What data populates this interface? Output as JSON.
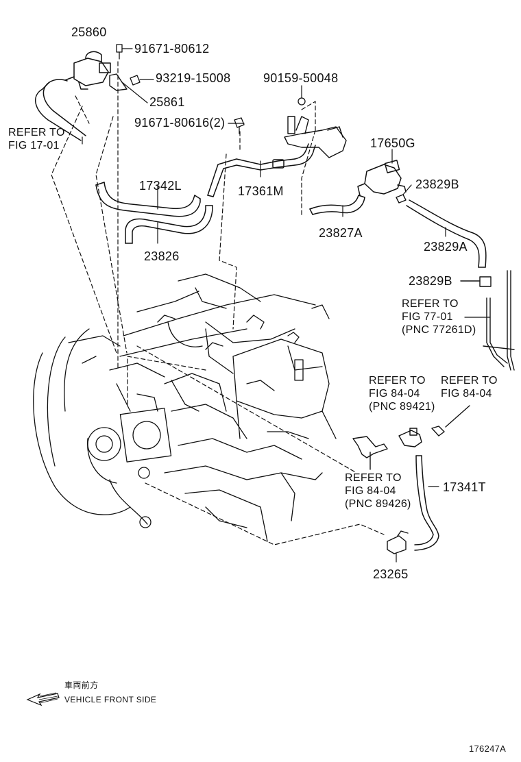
{
  "labels": {
    "p25860": "25860",
    "p91671_80612": "91671-80612",
    "p93219_15008": "93219-15008",
    "p25861": "25861",
    "p91671_80616": "91671-80616(2)",
    "p90159_50048": "90159-50048",
    "p17650G": "17650G",
    "p23829B_top": "23829B",
    "p17342L": "17342L",
    "p17361M": "17361M",
    "p23827A": "23827A",
    "p23829A": "23829A",
    "p23826": "23826",
    "p23829B_mid": "23829B",
    "p17341T": "17341T",
    "p23265": "23265"
  },
  "refs": {
    "r17_01": "REFER TO\nFIG 17-01",
    "r77_01": "REFER TO\nFIG 77-01\n(PNC 77261D)",
    "r84_04_a": "REFER TO\nFIG 84-04\n(PNC 89421)",
    "r84_04_b": "REFER TO\nFIG 84-04",
    "r84_04_c": "REFER TO\nFIG 84-04\n(PNC 89426)"
  },
  "orientation": {
    "japanese": "車両前方",
    "english": "VEHICLE FRONT SIDE"
  },
  "figure_number": "176247A"
}
